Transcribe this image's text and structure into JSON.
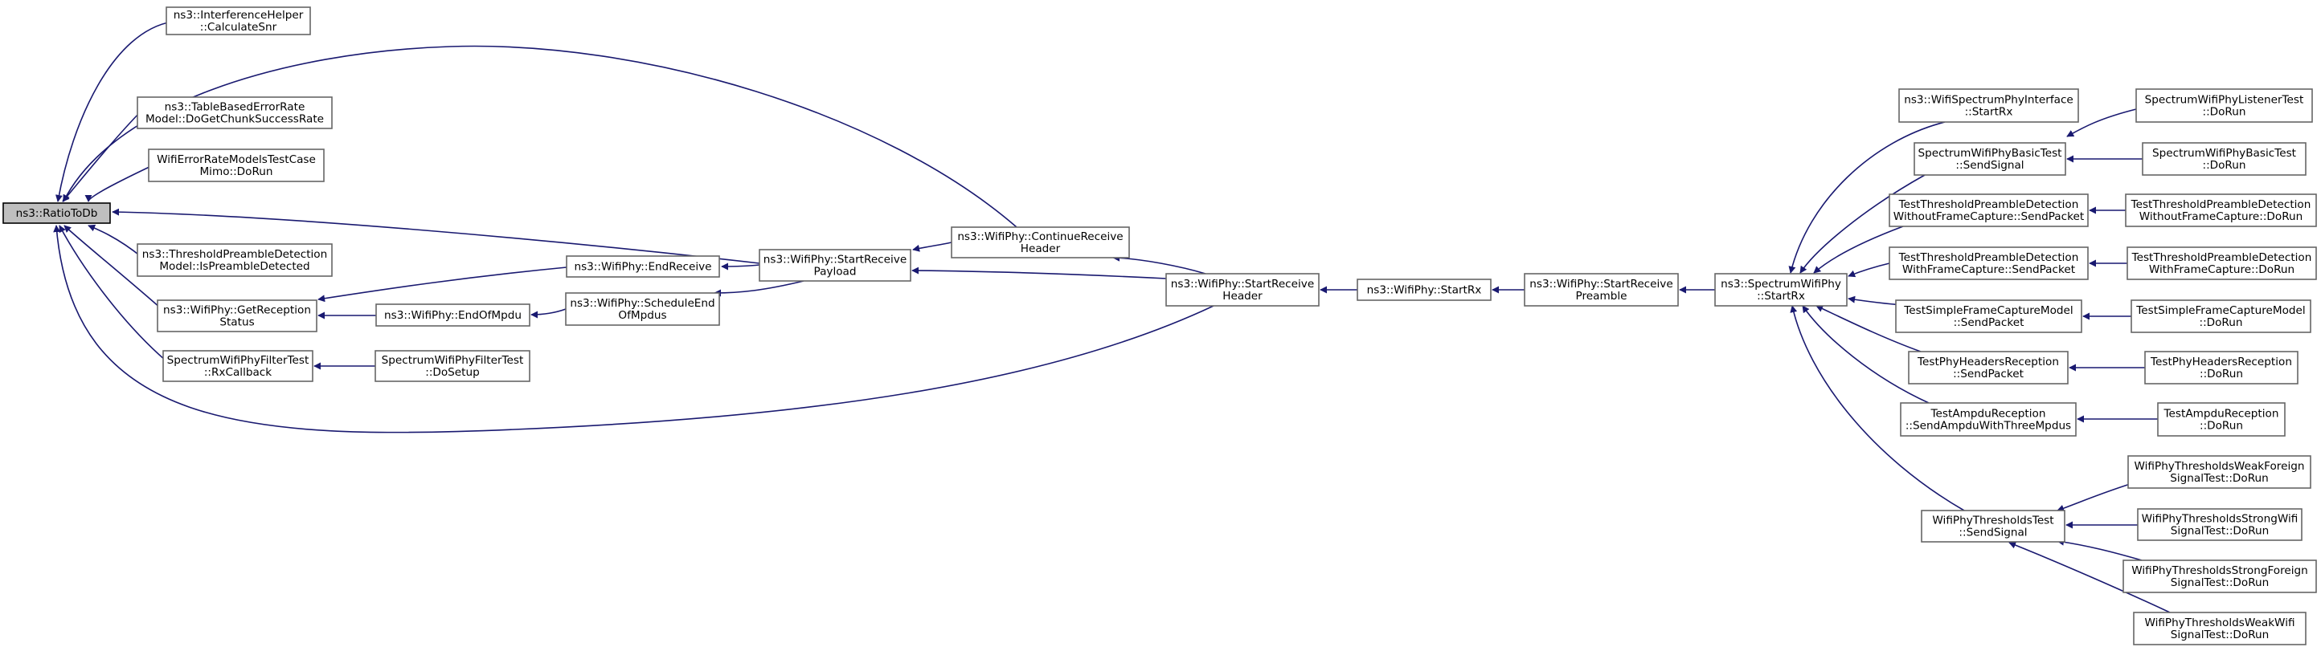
{
  "colors": {
    "edge": "#191970",
    "node_border": "#666666",
    "highlight_fill": "#bfbfbf",
    "background": "#ffffff"
  },
  "nodes": {
    "ratio": {
      "lines": [
        "ns3::RatioToDb"
      ],
      "highlight": true
    },
    "interf": {
      "lines": [
        "ns3::InterferenceHelper",
        "::CalculateSnr"
      ]
    },
    "table": {
      "lines": [
        "ns3::TableBasedErrorRate",
        "Model::DoGetChunkSuccessRate"
      ]
    },
    "wifierr": {
      "lines": [
        "WifiErrorRateModelsTestCase",
        "Mimo::DoRun"
      ]
    },
    "threshold": {
      "lines": [
        "ns3::ThresholdPreambleDetection",
        "Model::IsPreambleDetected"
      ]
    },
    "getrx": {
      "lines": [
        "ns3::WifiPhy::GetReception",
        "Status"
      ]
    },
    "filtercb": {
      "lines": [
        "SpectrumWifiPhyFilterTest",
        "::RxCallback"
      ]
    },
    "endrecv": {
      "lines": [
        "ns3::WifiPhy::EndReceive"
      ]
    },
    "endofmpdu": {
      "lines": [
        "ns3::WifiPhy::EndOfMpdu"
      ]
    },
    "filtersetup": {
      "lines": [
        "SpectrumWifiPhyFilterTest",
        "::DoSetup"
      ]
    },
    "schedend": {
      "lines": [
        "ns3::WifiPhy::ScheduleEnd",
        "OfMpdus"
      ]
    },
    "startpayload": {
      "lines": [
        "ns3::WifiPhy::StartReceive",
        "Payload"
      ]
    },
    "contrecv": {
      "lines": [
        "ns3::WifiPhy::ContinueReceive",
        "Header"
      ]
    },
    "starthdr": {
      "lines": [
        "ns3::WifiPhy::StartReceive",
        "Header"
      ]
    },
    "startrx": {
      "lines": [
        "ns3::WifiPhy::StartRx"
      ]
    },
    "startpre": {
      "lines": [
        "ns3::WifiPhy::StartReceive",
        "Preamble"
      ]
    },
    "specstartrx": {
      "lines": [
        "ns3::SpectrumWifiPhy",
        "::StartRx"
      ]
    },
    "ifacestartrx": {
      "lines": [
        "ns3::WifiSpectrumPhyInterface",
        "::StartRx"
      ]
    },
    "basicsend": {
      "lines": [
        "SpectrumWifiPhyBasicTest",
        "::SendSignal"
      ]
    },
    "tpdwithout": {
      "lines": [
        "TestThresholdPreambleDetection",
        "WithoutFrameCapture::SendPacket"
      ]
    },
    "tpdwith": {
      "lines": [
        "TestThresholdPreambleDetection",
        "WithFrameCapture::SendPacket"
      ]
    },
    "tsfcsend": {
      "lines": [
        "TestSimpleFrameCaptureModel",
        "::SendPacket"
      ]
    },
    "thrsend": {
      "lines": [
        "TestPhyHeadersReception",
        "::SendPacket"
      ]
    },
    "tarsend": {
      "lines": [
        "TestAmpduReception",
        "::SendAmpduWithThreeMpdus"
      ]
    },
    "wptsend": {
      "lines": [
        "WifiPhyThresholdsTest",
        "::SendSignal"
      ]
    },
    "listener": {
      "lines": [
        "SpectrumWifiPhyListenerTest",
        "::DoRun"
      ]
    },
    "basicrun": {
      "lines": [
        "SpectrumWifiPhyBasicTest",
        "::DoRun"
      ]
    },
    "tpdwithoutrun": {
      "lines": [
        "TestThresholdPreambleDetection",
        "WithoutFrameCapture::DoRun"
      ]
    },
    "tpdwithrun": {
      "lines": [
        "TestThresholdPreambleDetection",
        "WithFrameCapture::DoRun"
      ]
    },
    "tsfcrun": {
      "lines": [
        "TestSimpleFrameCaptureModel",
        "::DoRun"
      ]
    },
    "thrrun": {
      "lines": [
        "TestPhyHeadersReception",
        "::DoRun"
      ]
    },
    "tarrun": {
      "lines": [
        "TestAmpduReception",
        "::DoRun"
      ]
    },
    "weakforeign": {
      "lines": [
        "WifiPhyThresholdsWeakForeign",
        "SignalTest::DoRun"
      ]
    },
    "strongwifi": {
      "lines": [
        "WifiPhyThresholdsStrongWifi",
        "SignalTest::DoRun"
      ]
    },
    "strongforeign": {
      "lines": [
        "WifiPhyThresholdsStrongForeign",
        "SignalTest::DoRun"
      ]
    },
    "weakwifi": {
      "lines": [
        "WifiPhyThresholdsWeakWifi",
        "SignalTest::DoRun"
      ]
    }
  }
}
